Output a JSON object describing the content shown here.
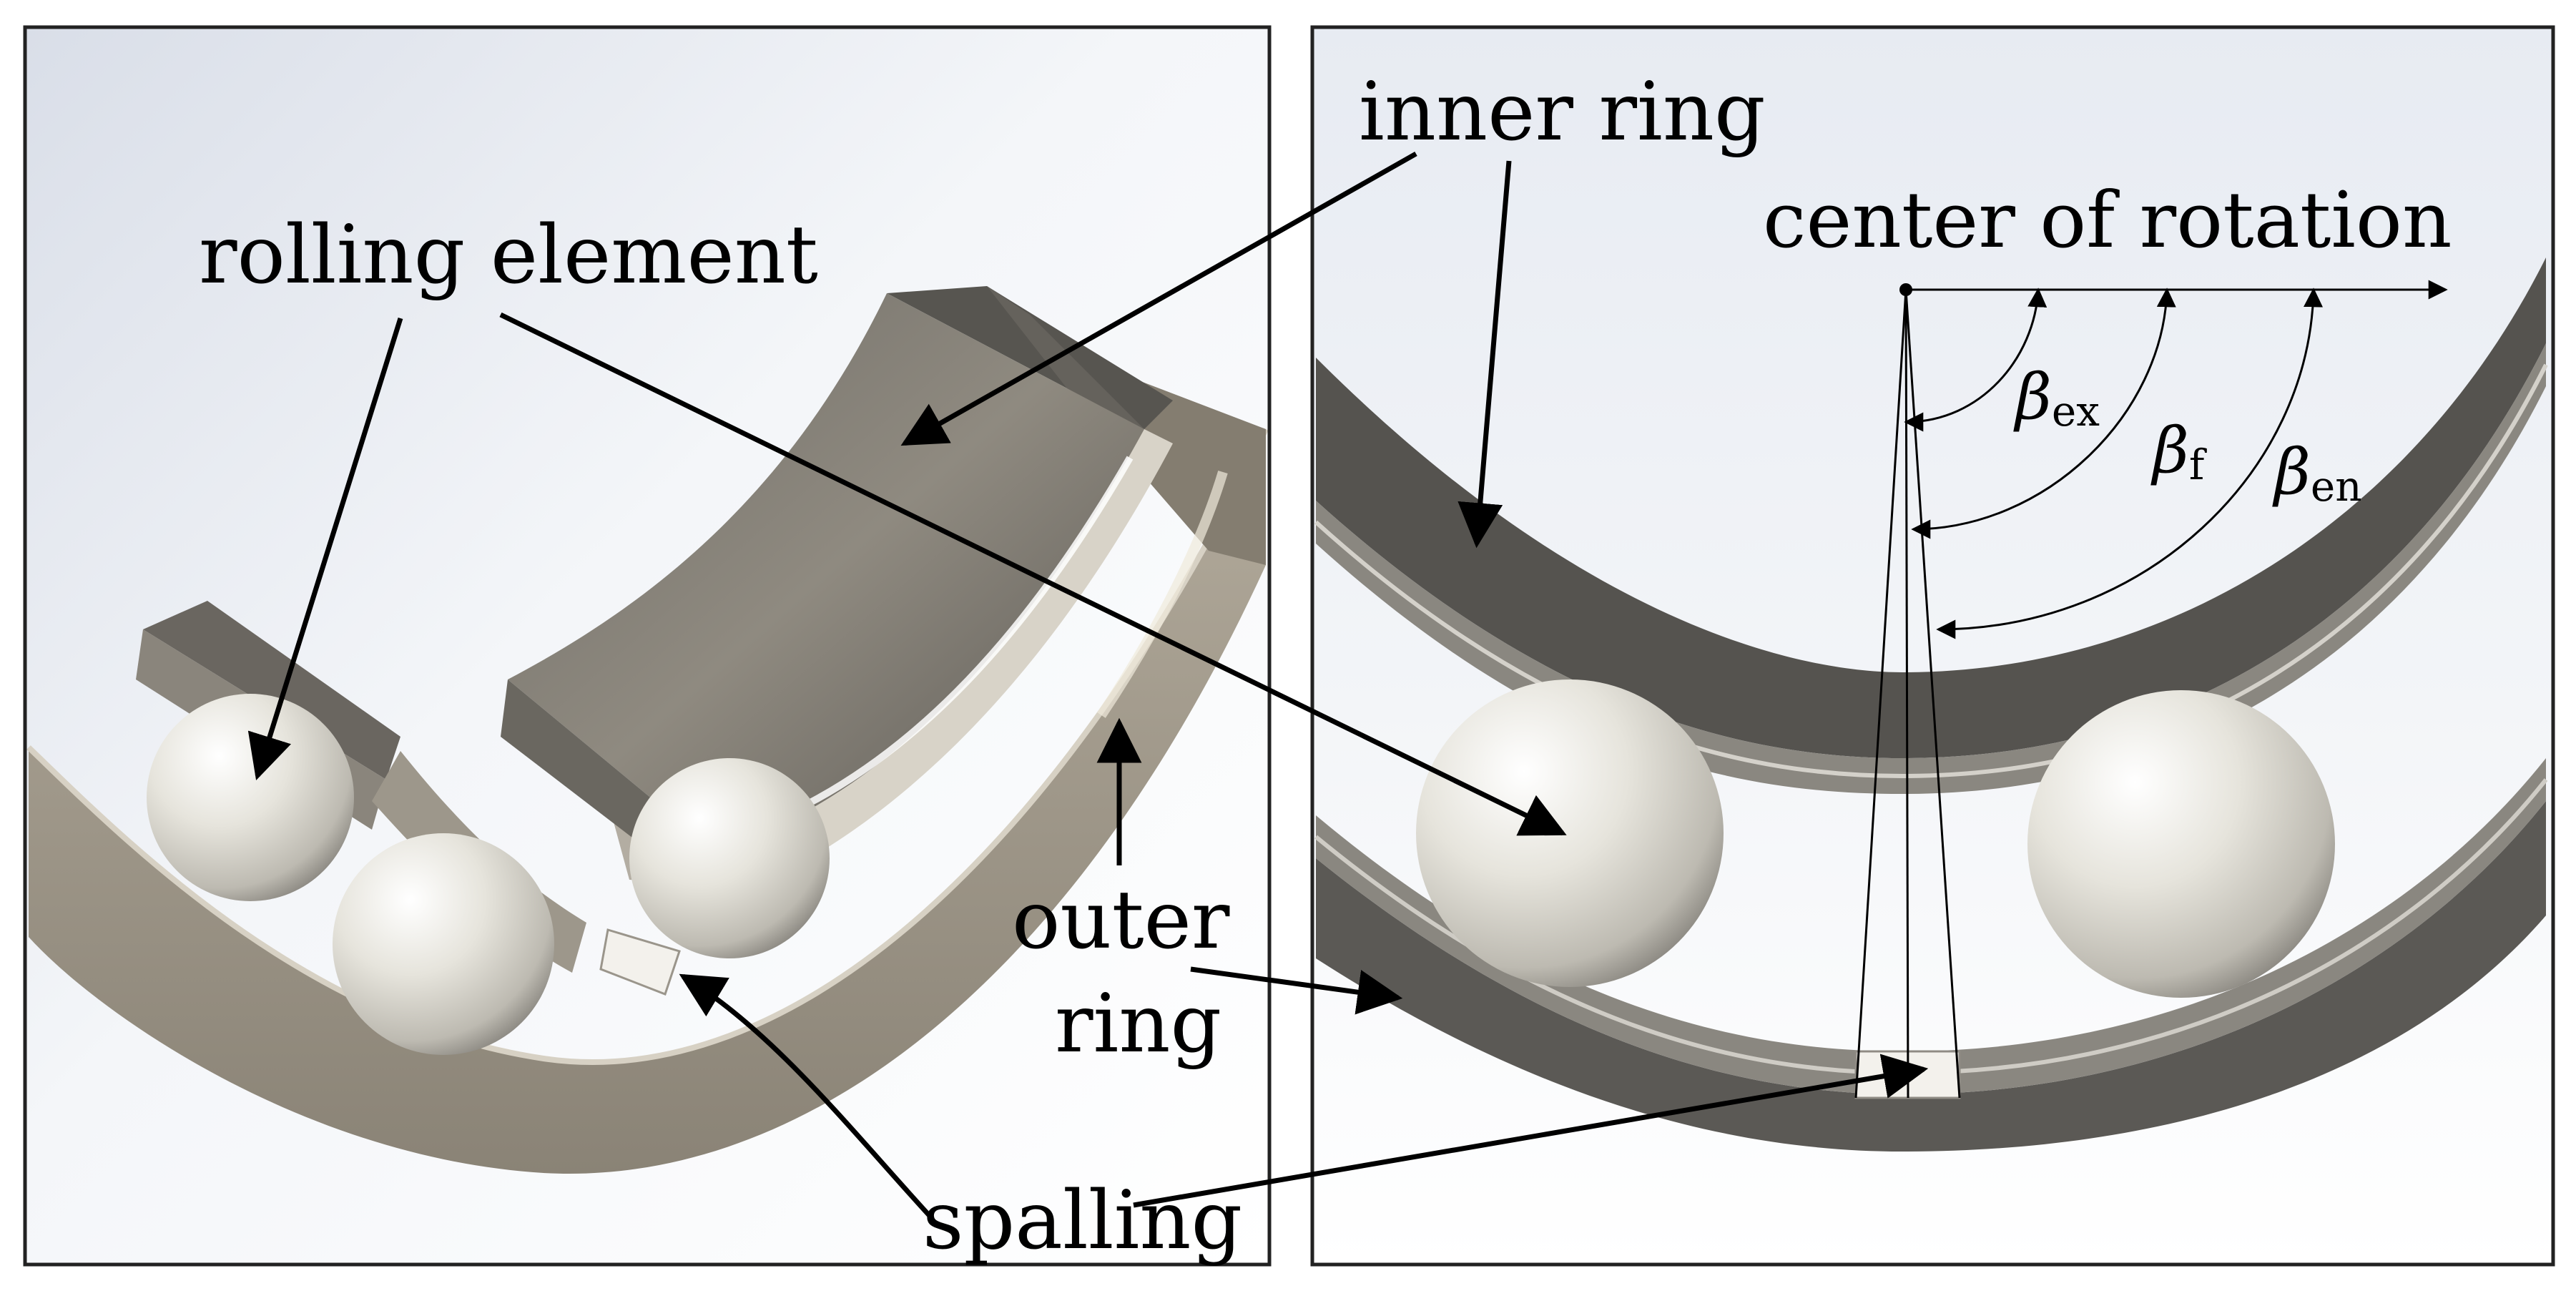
{
  "labels": {
    "inner_ring": "inner ring",
    "rolling_element": "rolling element",
    "center_of_rotation": "center of rotation",
    "outer_ring_1": "outer",
    "outer_ring_2": "ring",
    "spalling": "spalling"
  },
  "angles": [
    {
      "symbol": "β",
      "subscript": "ex"
    },
    {
      "symbol": "β",
      "subscript": "f"
    },
    {
      "symbol": "β",
      "subscript": "en"
    }
  ],
  "colors": {
    "steel_dark": "#5b5a55",
    "steel_light": "#a29b8d",
    "ball": "#e8e6df",
    "background": "#eef1f6",
    "line": "#000000"
  }
}
